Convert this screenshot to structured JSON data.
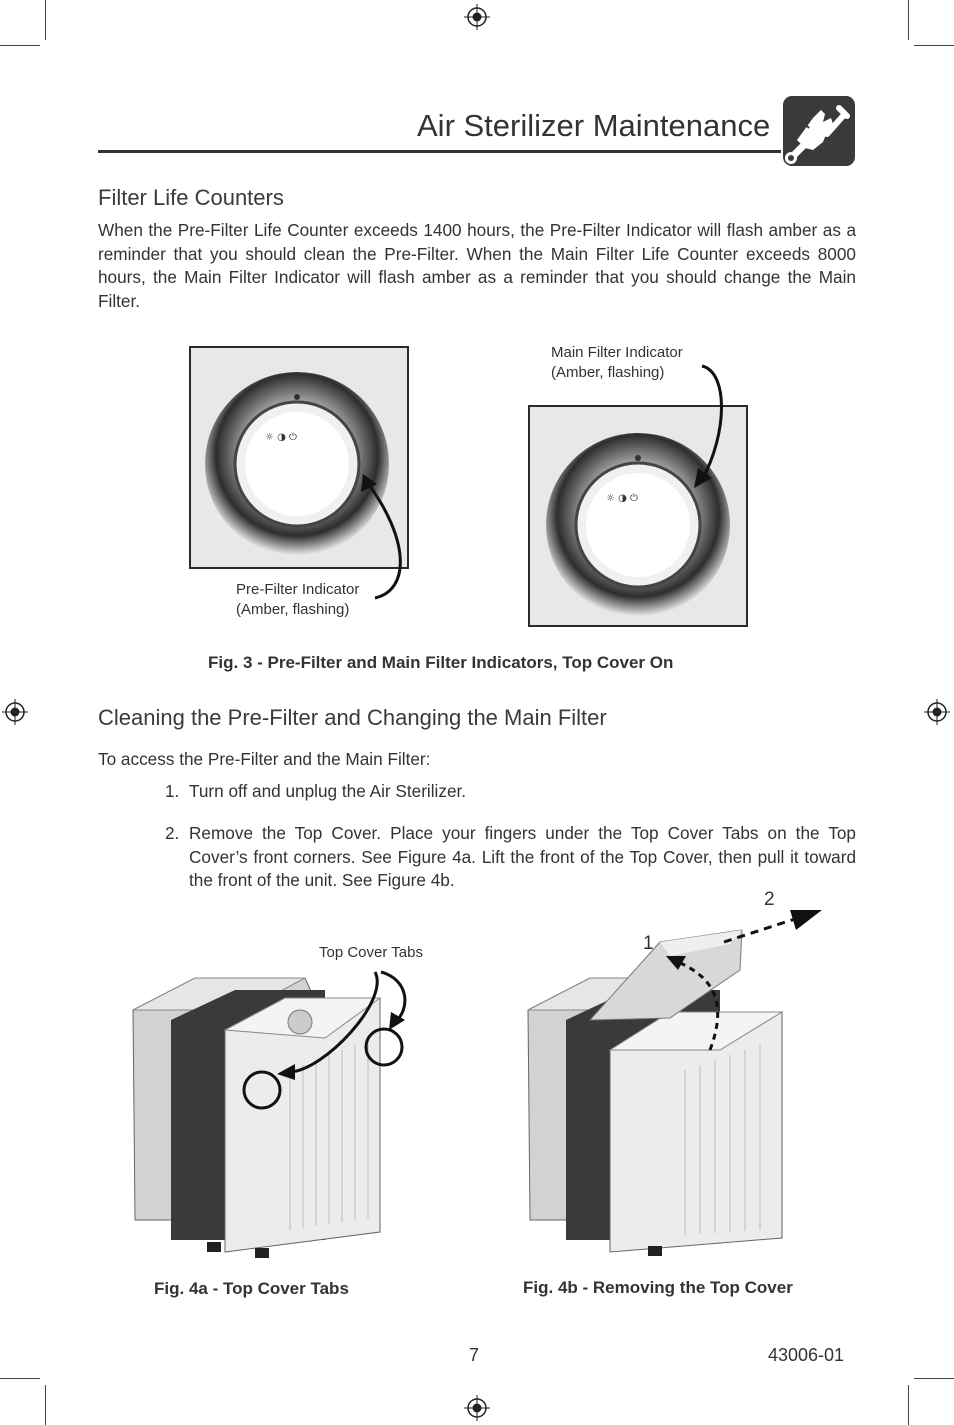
{
  "header": {
    "title": "Air Sterilizer Maintenance"
  },
  "section1": {
    "heading": "Filter Life Counters",
    "paragraph": "When the Pre-Filter Life Counter exceeds 1400 hours, the Pre-Filter Indicator will flash amber as a reminder that you should clean the Pre-Filter. When the Main Filter Life Counter exceeds 8000 hours, the Main Filter Indicator will flash amber as a reminder that you should change the Main Filter."
  },
  "fig3": {
    "prefilter_label_1": "Pre-Filter Indicator",
    "prefilter_label_2": "(Amber, flashing)",
    "main_label_1": "Main Filter Indicator",
    "main_label_2": "(Amber, flashing)",
    "caption": "Fig. 3 - Pre-Filter and Main Filter Indicators, Top Cover On"
  },
  "section2": {
    "heading": "Cleaning the Pre-Filter and Changing the Main Filter",
    "intro": "To access the Pre-Filter and the Main Filter:",
    "steps": [
      {
        "num": "1.",
        "text": "Turn off and unplug the Air Sterilizer."
      },
      {
        "num": "2.",
        "text": "Remove the Top Cover. Place your fingers under the Top Cover Tabs on the Top Cover’s front corners. See Figure 4a. Lift the front of the Top Cover, then pull it toward the front of the unit. See Figure 4b."
      }
    ]
  },
  "fig4a": {
    "tabs_label": "Top Cover Tabs",
    "caption": "Fig. 4a - Top Cover Tabs"
  },
  "fig4b": {
    "step_1": "1",
    "step_2": "2",
    "caption": "Fig. 4b - Removing the Top Cover"
  },
  "footer": {
    "page_number": "7",
    "doc_number": "43006-01"
  },
  "icons": {
    "header_icon": "wrench-hand-icon",
    "registration_mark": "registration-mark-icon"
  }
}
